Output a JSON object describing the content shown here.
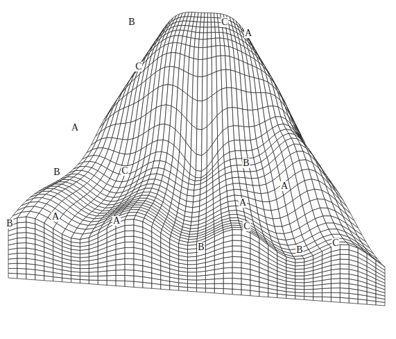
{
  "diagram": {
    "labels": [
      "B",
      "C",
      "A",
      "C",
      "A",
      "B",
      "C",
      "B",
      "A",
      "A",
      "B",
      "A",
      "A",
      "C",
      "B",
      "B",
      "C"
    ]
  }
}
